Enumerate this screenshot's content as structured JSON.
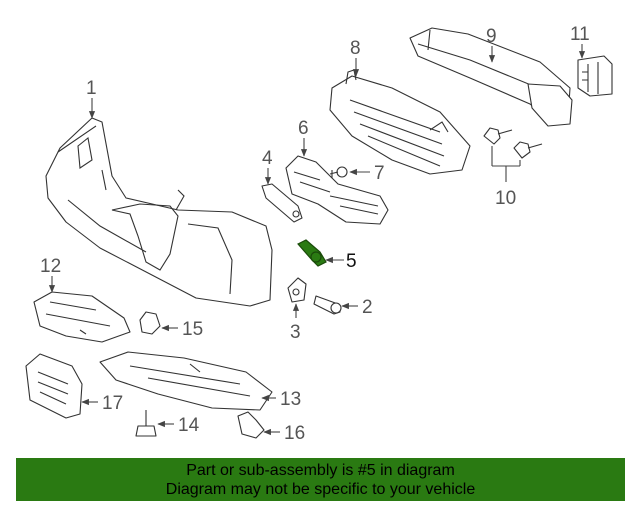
{
  "diagram": {
    "callouts": [
      "1",
      "2",
      "3",
      "4",
      "5",
      "6",
      "7",
      "8",
      "9",
      "10",
      "11",
      "12",
      "13",
      "14",
      "15",
      "16",
      "17"
    ],
    "highlight_part": "5",
    "highlight_color": "#2a7a12",
    "line_color": "#333333"
  },
  "banner": {
    "line1": "Part or sub-assembly is #5 in diagram",
    "line2": "Diagram may not be specific to your vehicle",
    "background": "#2a7a12"
  }
}
